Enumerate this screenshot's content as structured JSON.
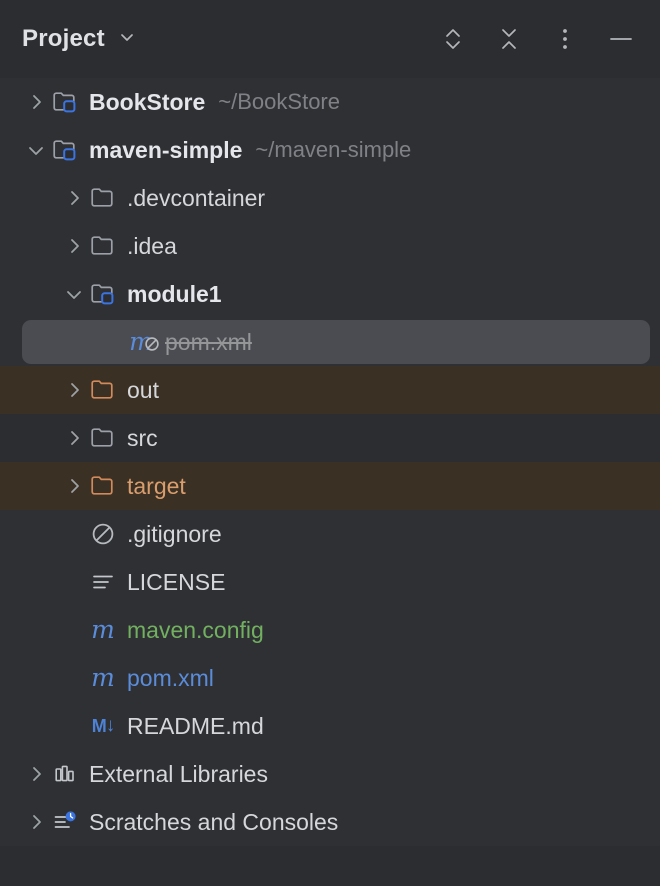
{
  "header": {
    "title": "Project",
    "dropdown_icon": "chevron-down-icon",
    "actions": [
      {
        "name": "expand-all-button",
        "icon": "chevrons-up-down-icon",
        "tooltip": "Expand All"
      },
      {
        "name": "collapse-all-button",
        "icon": "chevrons-down-up-icon",
        "tooltip": "Collapse All"
      },
      {
        "name": "more-options-button",
        "icon": "vertical-dots-icon",
        "tooltip": "Options"
      },
      {
        "name": "hide-button",
        "icon": "minus-icon",
        "tooltip": "Hide"
      }
    ]
  },
  "colors": {
    "panel_background": "#2b2d30",
    "selection_background": "#4a4c51",
    "excluded_background": "#3b3024",
    "accent_blue": "#5b8cd9",
    "vcs_added_green": "#72b060",
    "vcs_modified_blue": "#5b8cd9",
    "excluded_orange": "#d99e6e",
    "text_primary": "#d5d7db",
    "text_secondary": "#7f8186"
  },
  "tree": {
    "rows": [
      {
        "name": "tree-item-bookstore",
        "label": "BookStore",
        "path": "~/BookStore",
        "icon": "module-folder-icon",
        "depth": 0,
        "chevron": "collapsed",
        "bold": true,
        "label_color": "default",
        "row_background": "plain",
        "selected": false
      },
      {
        "name": "tree-item-maven-simple",
        "label": "maven-simple",
        "path": "~/maven-simple",
        "icon": "module-folder-icon",
        "depth": 0,
        "chevron": "expanded",
        "bold": true,
        "label_color": "default",
        "row_background": "plain",
        "selected": false
      },
      {
        "name": "tree-item-devcontainer",
        "label": ".devcontainer",
        "path": "",
        "icon": "folder-icon",
        "depth": 1,
        "chevron": "collapsed",
        "bold": false,
        "label_color": "default",
        "row_background": "plain",
        "selected": false
      },
      {
        "name": "tree-item-idea",
        "label": ".idea",
        "path": "",
        "icon": "folder-icon",
        "depth": 1,
        "chevron": "collapsed",
        "bold": false,
        "label_color": "default",
        "row_background": "plain",
        "selected": false
      },
      {
        "name": "tree-item-module1",
        "label": "module1",
        "path": "",
        "icon": "module-folder-icon",
        "depth": 1,
        "chevron": "expanded",
        "bold": true,
        "label_color": "default",
        "row_background": "plain",
        "selected": false
      },
      {
        "name": "tree-item-module1-pom-xml",
        "label": "pom.xml",
        "path": "",
        "icon": "maven-ignored-icon",
        "depth": 2,
        "chevron": "none",
        "bold": false,
        "label_color": "ignored",
        "row_background": "plain",
        "selected": true
      },
      {
        "name": "tree-item-out",
        "label": "out",
        "path": "",
        "icon": "folder-excluded-icon",
        "depth": 1,
        "chevron": "collapsed",
        "bold": false,
        "label_color": "default",
        "row_background": "excluded",
        "selected": false
      },
      {
        "name": "tree-item-src",
        "label": "src",
        "path": "",
        "icon": "folder-icon",
        "depth": 1,
        "chevron": "collapsed",
        "bold": false,
        "label_color": "default",
        "row_background": "alt",
        "selected": false
      },
      {
        "name": "tree-item-target",
        "label": "target",
        "path": "",
        "icon": "folder-excluded-icon",
        "depth": 1,
        "chevron": "collapsed",
        "bold": false,
        "label_color": "orange",
        "row_background": "excluded",
        "selected": false
      },
      {
        "name": "tree-item-gitignore",
        "label": ".gitignore",
        "path": "",
        "icon": "gitignore-icon",
        "depth": 1,
        "chevron": "none",
        "bold": false,
        "label_color": "default",
        "row_background": "plain",
        "selected": false
      },
      {
        "name": "tree-item-license",
        "label": "LICENSE",
        "path": "",
        "icon": "text-file-icon",
        "depth": 1,
        "chevron": "none",
        "bold": false,
        "label_color": "default",
        "row_background": "plain",
        "selected": false
      },
      {
        "name": "tree-item-maven-config",
        "label": "maven.config",
        "path": "",
        "icon": "maven-icon",
        "depth": 1,
        "chevron": "none",
        "bold": false,
        "label_color": "green",
        "row_background": "plain",
        "selected": false
      },
      {
        "name": "tree-item-pom-xml",
        "label": "pom.xml",
        "path": "",
        "icon": "maven-icon",
        "depth": 1,
        "chevron": "none",
        "bold": false,
        "label_color": "blue",
        "row_background": "plain",
        "selected": false
      },
      {
        "name": "tree-item-readme-md",
        "label": "README.md",
        "path": "",
        "icon": "markdown-icon",
        "depth": 1,
        "chevron": "none",
        "bold": false,
        "label_color": "default",
        "row_background": "plain",
        "selected": false
      },
      {
        "name": "tree-item-external-libraries",
        "label": "External Libraries",
        "path": "",
        "icon": "library-icon",
        "depth": 0,
        "chevron": "collapsed",
        "bold": false,
        "label_color": "default",
        "row_background": "plain",
        "selected": false
      },
      {
        "name": "tree-item-scratches-and-consoles",
        "label": "Scratches and Consoles",
        "path": "",
        "icon": "scratches-icon",
        "depth": 0,
        "chevron": "collapsed",
        "bold": false,
        "label_color": "default",
        "row_background": "plain",
        "selected": false
      }
    ]
  }
}
